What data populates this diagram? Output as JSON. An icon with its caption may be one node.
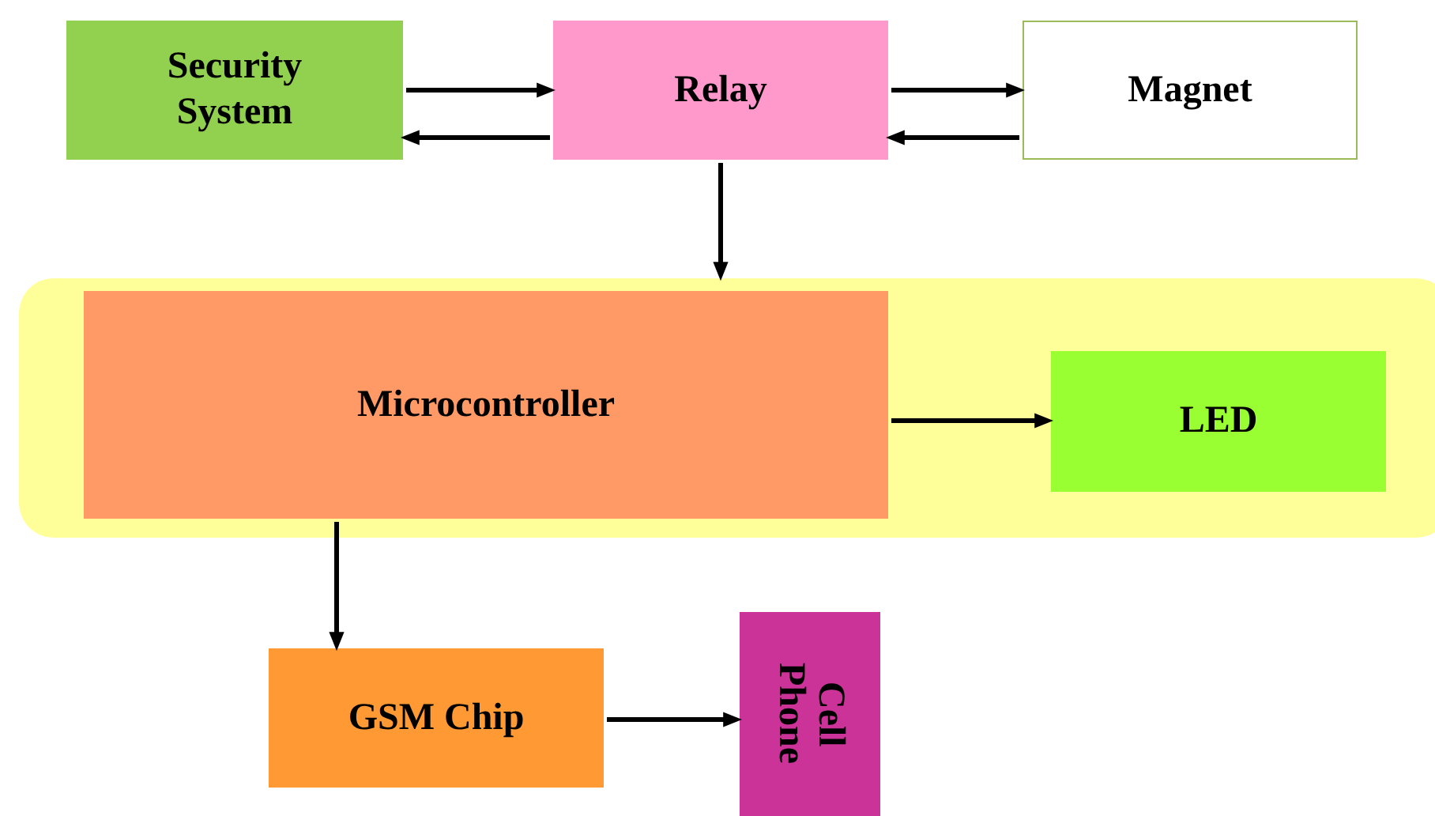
{
  "diagram": {
    "nodes": [
      {
        "text": [
          "Security System"
        ]
      },
      {
        "text": [
          "Relay"
        ]
      },
      {
        "text": [
          "Magnet"
        ]
      },
      {
        "text": [],
        "shape": "box"
      },
      {
        "text": [
          "Microcontroller"
        ],
        "in": 3
      },
      {
        "text": [
          "LED"
        ],
        "in": 3
      },
      {
        "text": [
          "GSM Chip"
        ]
      },
      {
        "text": [
          "Cell Phone"
        ]
      }
    ],
    "edges": [
      {
        "from": 0,
        "to": 1,
        "arrow": "to"
      },
      {
        "from": 1,
        "to": 0,
        "arrow": "to"
      },
      {
        "from": 1,
        "to": 2,
        "arrow": "to"
      },
      {
        "from": 2,
        "to": 1,
        "arrow": "to"
      },
      {
        "from": 1,
        "to": 3,
        "arrow": "to"
      },
      {
        "from": 4,
        "to": 5,
        "arrow": "to"
      },
      {
        "from": 4,
        "to": 6,
        "arrow": "to"
      },
      {
        "from": 6,
        "to": 7,
        "arrow": "to"
      }
    ]
  }
}
